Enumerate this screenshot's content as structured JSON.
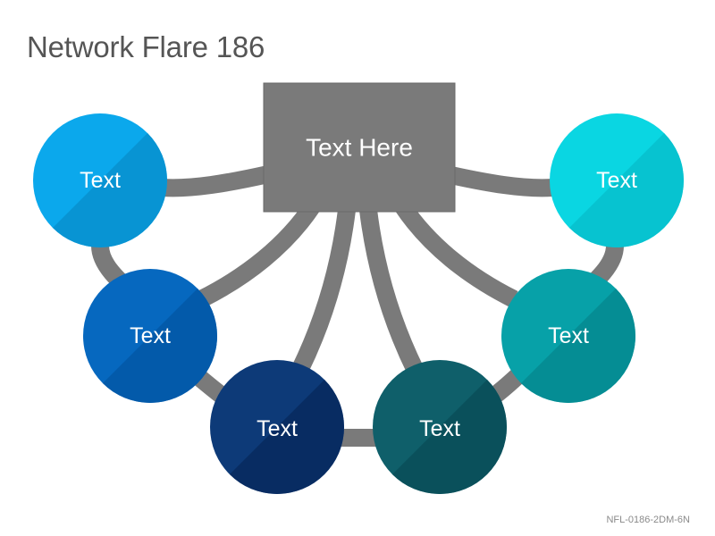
{
  "slide": {
    "title": "Network Flare 186",
    "code": "NFL-0186-2DM-6N"
  },
  "hub": {
    "label": "Text Here",
    "color": "#7a7a7a"
  },
  "connector_color": "#7a7a7a",
  "nodes": [
    {
      "label": "Text",
      "color_light": "#0ba8ec",
      "color_dark": "#0890cf"
    },
    {
      "label": "Text",
      "color_light": "#0668bf",
      "color_dark": "#0458a6"
    },
    {
      "label": "Text",
      "color_light": "#0d3a78",
      "color_dark": "#082a5e"
    },
    {
      "label": "Text",
      "color_light": "#0f5f6a",
      "color_dark": "#094e58"
    },
    {
      "label": "Text",
      "color_light": "#07a1a8",
      "color_dark": "#058990"
    },
    {
      "label": "Text",
      "color_light": "#0ad6e2",
      "color_dark": "#07c0cc"
    }
  ]
}
